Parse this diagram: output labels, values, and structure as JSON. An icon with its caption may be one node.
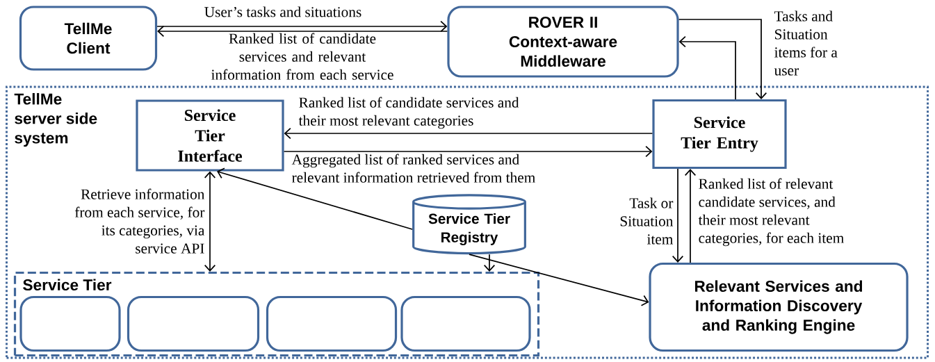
{
  "diagram": {
    "nodes": [
      {
        "text": [
          "TellMe Client"
        ]
      },
      {
        "text": [
          "ROVER II Context-aware Middleware"
        ]
      },
      {
        "text": [
          "TellMe server side system"
        ]
      },
      {
        "text": [
          "Service Tier Interface"
        ],
        "in": 2
      },
      {
        "text": [
          "Service Tier Entry"
        ],
        "in": 2
      },
      {
        "text": [
          "Service Tier Registry"
        ],
        "in": 2
      },
      {
        "text": [
          "Service Tier"
        ],
        "in": 2
      },
      {
        "text": [],
        "shape": "box",
        "in": 6
      },
      {
        "text": [],
        "shape": "box",
        "in": 6
      },
      {
        "text": [],
        "shape": "box",
        "in": 6
      },
      {
        "text": [],
        "shape": "box",
        "in": 6
      },
      {
        "text": [
          "Relevant Services and Information Discovery and Ranking Engine"
        ],
        "in": 2
      }
    ],
    "edges": [
      {
        "from": 0,
        "to": 1,
        "arrow": "to",
        "label": "User’s tasks and situations"
      },
      {
        "from": 1,
        "to": 0,
        "arrow": "to",
        "label": "Ranked list of candidate services and relevant information from each service"
      },
      {
        "from": 1,
        "to": 4,
        "arrow": "to",
        "label": "Tasks and Situation items for a user"
      },
      {
        "from": 4,
        "to": 1,
        "arrow": "to"
      },
      {
        "from": 4,
        "to": 3,
        "arrow": "to",
        "label": "Ranked list of candidate services and their most relevant categories"
      },
      {
        "from": 3,
        "to": 4,
        "arrow": "to",
        "label": "Aggregated list of ranked services and relevant information retrieved from them"
      },
      {
        "from": 4,
        "to": 11,
        "arrow": "to",
        "label": "Task or Situation item"
      },
      {
        "from": 11,
        "to": 4,
        "arrow": "to",
        "label": "Ranked list of relevant candidate services, and their most relevant categories, for each item"
      },
      {
        "from": 3,
        "to": 6,
        "arrow": "both",
        "label": "Retrieve information from each service, for its categories, via service API"
      },
      {
        "from": 5,
        "to": 3,
        "arrow": "to"
      },
      {
        "from": 5,
        "to": 6,
        "arrow": "to"
      },
      {
        "from": 5,
        "to": 11,
        "arrow": "to"
      }
    ]
  }
}
